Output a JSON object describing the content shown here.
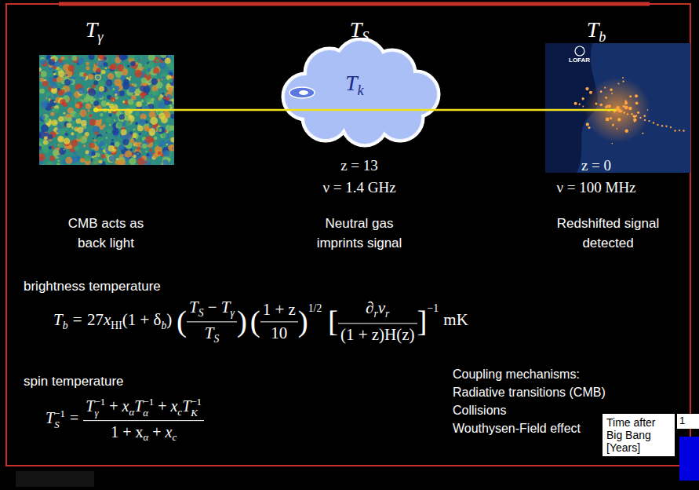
{
  "diagram": {
    "nodes": [
      {
        "text": [
          "T",
          "k"
        ]
      },
      {
        "text": [
          "LOFAR"
        ]
      },
      {
        "text": [
          "Time after Big Bang [Years]"
        ]
      }
    ],
    "labels": [
      "T",
      "γ",
      "T",
      "S",
      "T",
      "b",
      "z = 13",
      "ν = 1.4 GHz",
      "z = 0",
      "ν = 100 MHz",
      "CMB acts as back light",
      "Neutral gas imprints signal",
      "Redshifted signal detected",
      "brightness temperature",
      "T",
      "b",
      "=",
      "27",
      "x",
      "HI",
      "(1 + δ",
      "b",
      ")",
      "(",
      "T",
      "S",
      "−",
      "T",
      "γ",
      "T",
      "S",
      ")",
      "(",
      "1 + z",
      "10",
      ")",
      "1/2",
      "[",
      "∂",
      "r",
      "v",
      "r",
      "(1 + z)H(z)",
      "]",
      "−1",
      "mK",
      "spin temperature",
      "T",
      "S",
      "−1",
      "=",
      "T",
      "γ",
      "−1",
      "+",
      "x",
      "α",
      "T",
      "α",
      "−1",
      "+",
      "x",
      "c",
      "T",
      "K",
      "−1",
      "1 + x",
      "α",
      "+",
      "x",
      "c",
      "Coupling mechanisms:",
      "Radiative transitions (CMB)",
      "Collisions",
      "Wouthysen-Field effect",
      "1"
    ]
  }
}
